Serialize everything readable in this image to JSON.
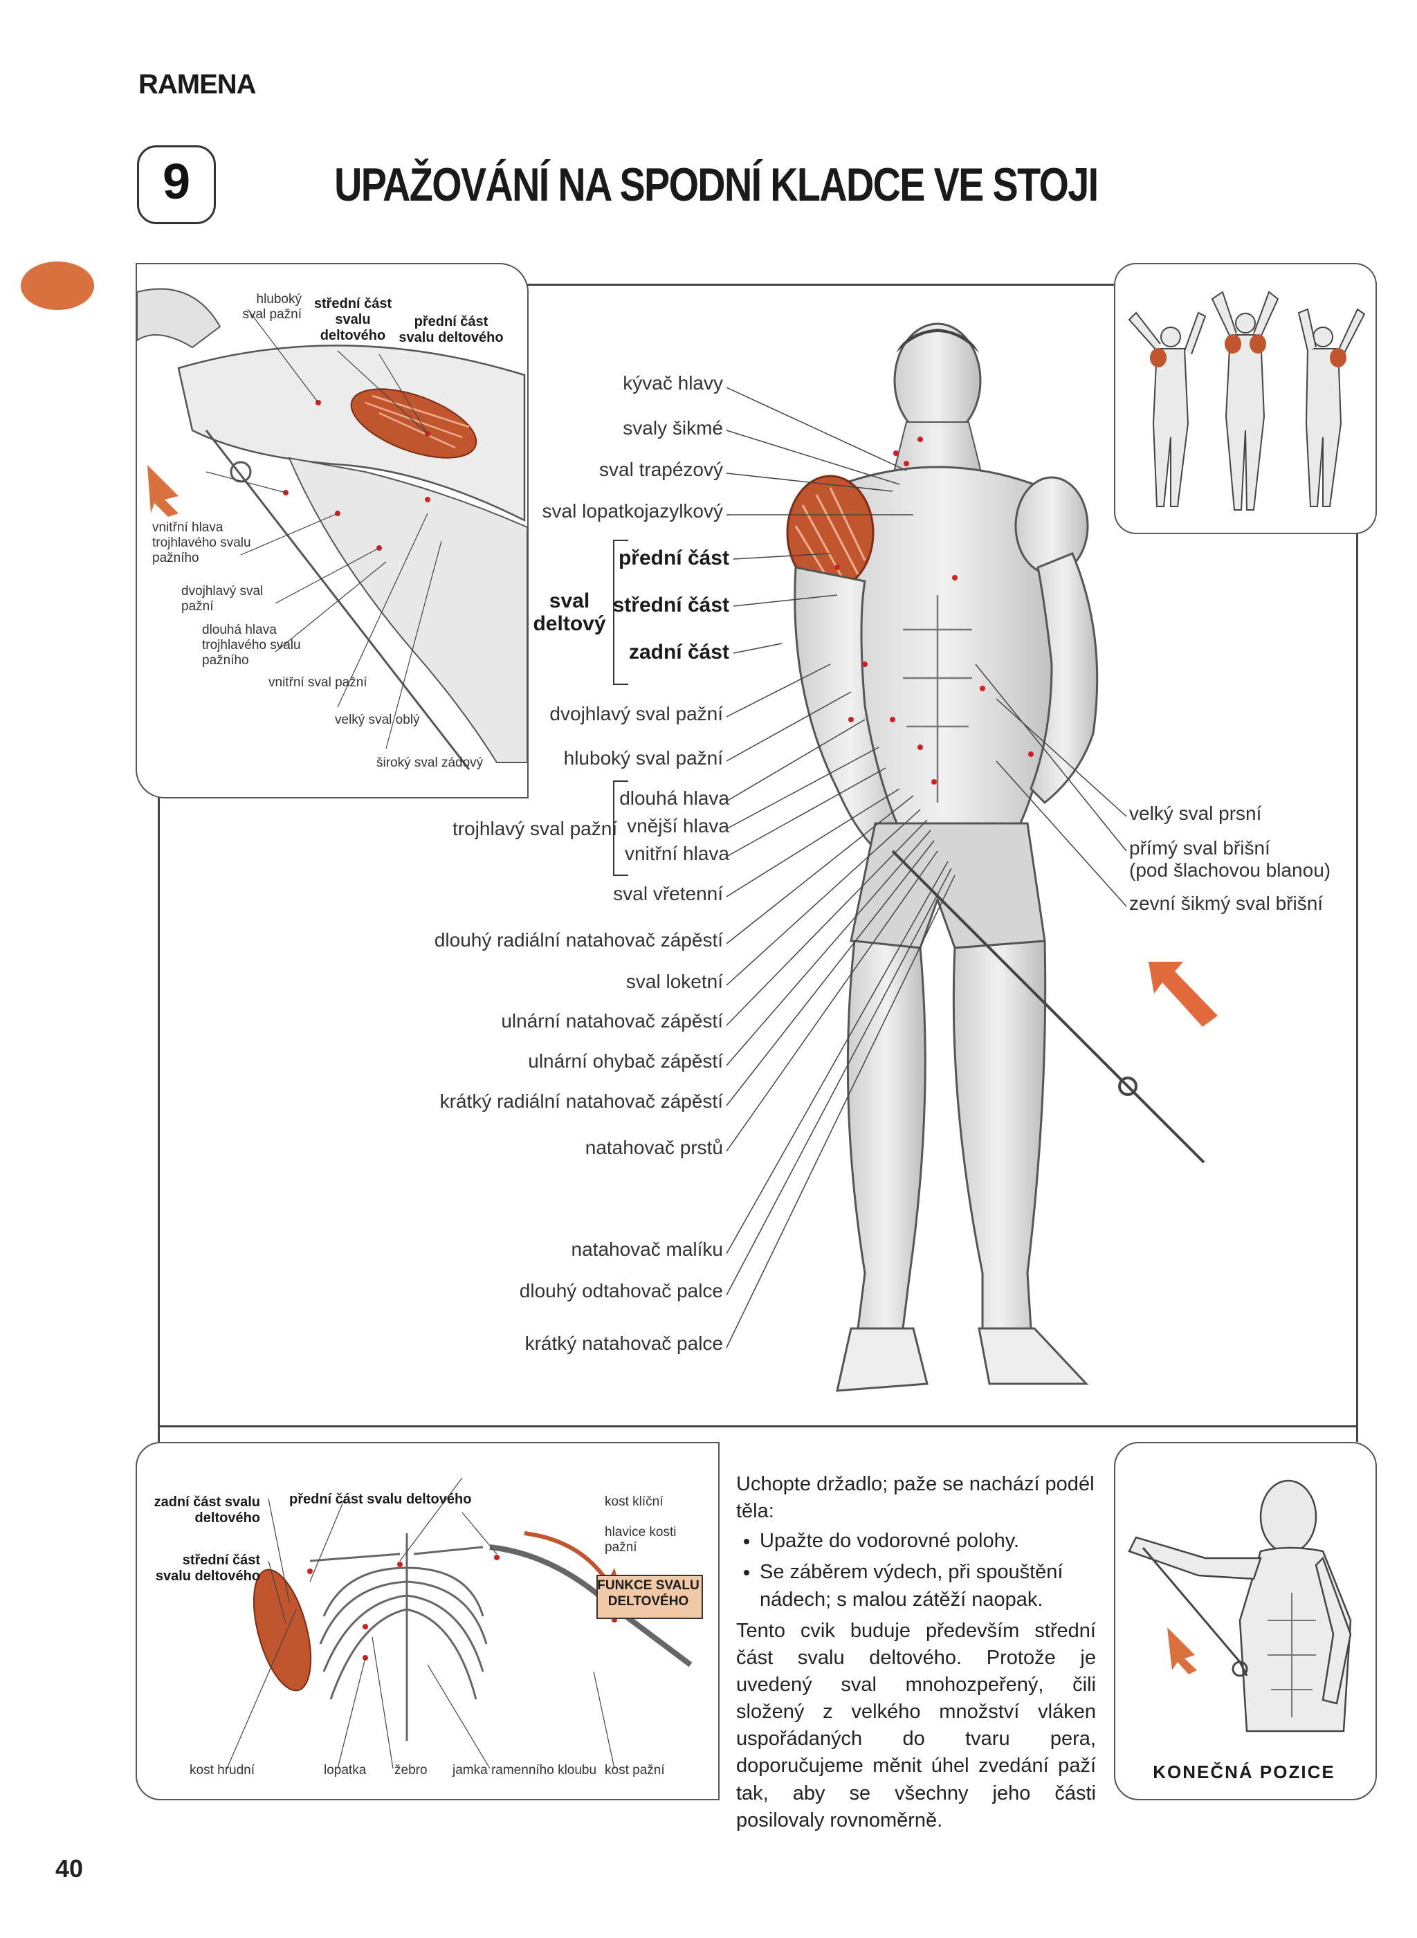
{
  "section": "RAMENA",
  "exercise": {
    "number": "9",
    "title": "UPAŽOVÁNÍ NA SPODNÍ KLADCE VE STOJI"
  },
  "detail_panel": {
    "hluboky_sval_pazni": "hluboký sval pažní",
    "stredni_cast": "střední část svalu deltového",
    "predni_cast": "přední část svalu deltového",
    "vnitrni_hlava": "vnitřní hlava trojhlavého svalu pažního",
    "dvojhlavy": "dvojhlavý sval pažní",
    "dlouha_hlava": "dlouhá hlava trojhlavého svalu pažního",
    "vnitrni_sval": "vnitřní sval pažní",
    "velky_obly": "velký sval oblý",
    "siroky_zad": "široký sval zádový"
  },
  "main_labels": {
    "kyvac": "kývač hlavy",
    "sikme": "svaly šikmé",
    "trapezovy": "sval trapézový",
    "lopatkojazylkovy": "sval lopatkojazylkový",
    "predni": "přední část",
    "deltovy": "sval deltový",
    "stredni": "střední část",
    "zadni": "zadní část",
    "dvojhlavy": "dvojhlavý sval pažní",
    "hluboky": "hluboký sval pažní",
    "trojhlavy": "trojhlavý sval pažní",
    "dlouha": "dlouhá hlava",
    "vnejsi": "vnější hlava",
    "vnitrni": "vnitřní hlava",
    "vretenni": "sval vřetenní",
    "dlouhy_radialni": "dlouhý radiální natahovač zápěstí",
    "loketni": "sval loketní",
    "ulnarni_natahovac": "ulnární natahovač zápěstí",
    "ulnarni_ohybac": "ulnární ohybač zápěstí",
    "kratky_radialni": "krátký radiální natahovač zápěstí",
    "prstu": "natahovač prstů",
    "maliku": "natahovač malíku",
    "odtahovac_palce": "dlouhý odtahovač palce",
    "kratky_palce": "krátký natahovač palce",
    "prsni": "velký sval prsní",
    "primy": "přímý sval břišní",
    "primy_note": "(pod šlachovou blanou)",
    "zevni": "zevní šikmý sval břišní"
  },
  "skeleton_panel": {
    "zadni": "zadní část svalu deltového",
    "predni": "přední část svalu deltového",
    "stredni": "střední část svalu deltového",
    "klicni": "kost klíční",
    "hlavice": "hlavice kosti pažní",
    "funkce": "FUNKCE SVALU DELTOVÉHO",
    "hrudni": "kost hrudní",
    "lopatka": "lopatka",
    "zebro": "žebro",
    "jamka": "jamka ramenního kloubu",
    "kost_pazni": "kost pažní"
  },
  "instructions": {
    "intro": "Uchopte držadlo; paže se nachází podél těla:",
    "steps": [
      "Upažte do vodorovné polohy.",
      "Se záběrem výdech, při spouštění nádech; s malou zátěží naopak."
    ],
    "body": "Tento cvik buduje především střední část svalu deltového. Protože je uvedený sval mnohozpeřený, čili složený z velkého množství vláken uspořádaných do tvaru pera, doporučujeme měnit úhel zvedání paží tak, aby se všechny jeho části posilovaly rovnoměrně."
  },
  "final_position": "KONEČNÁ POZICE",
  "page_number": "40",
  "colors": {
    "accent": "#d9703e",
    "muscle": "#c0552e",
    "funkce_bg": "#f2c9a6"
  }
}
